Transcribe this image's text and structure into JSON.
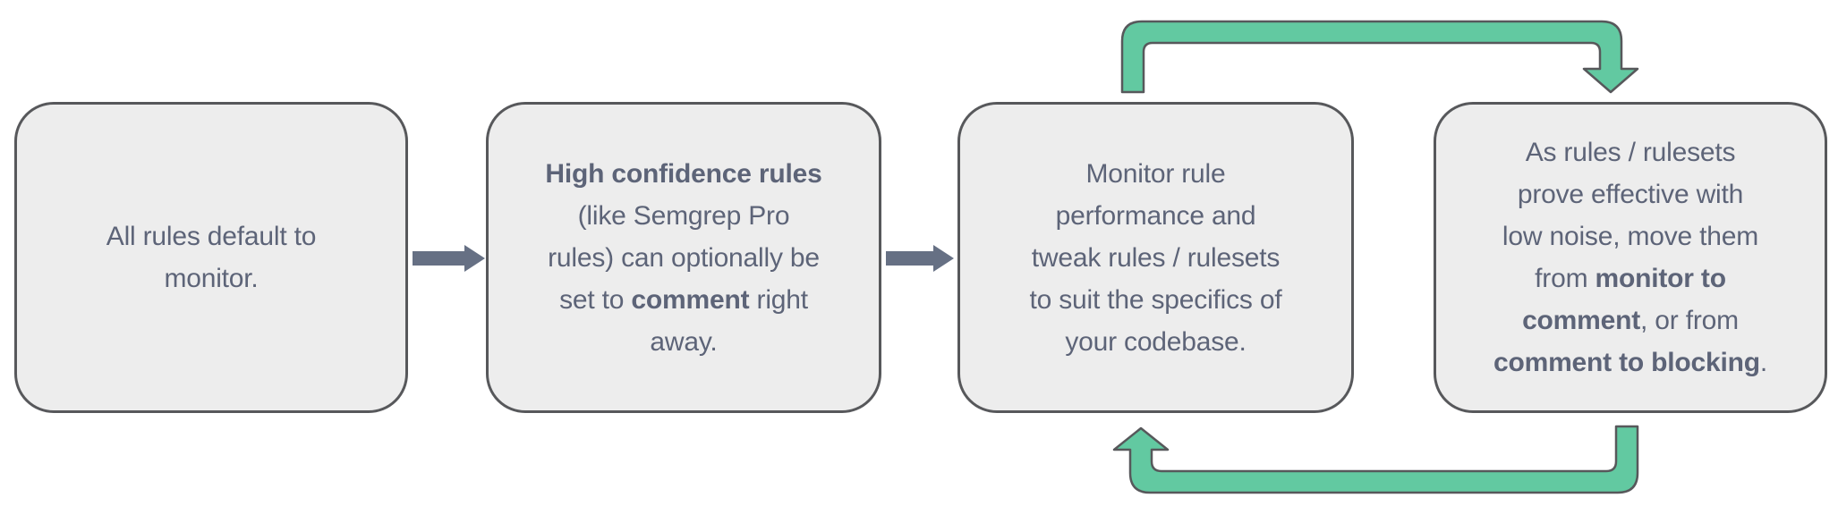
{
  "diagram": {
    "colors": {
      "background": "#ffffff",
      "box_fill": "#ededed",
      "box_border": "#57585b",
      "text": "#5d6478",
      "arrow_gray": "#667084",
      "arrow_green": "#62c9a1",
      "arrow_outline": "#57585b"
    },
    "boxes": [
      {
        "name": "step-1",
        "lines": [
          [
            {
              "t": "All rules default to",
              "b": false
            }
          ],
          [
            {
              "t": "monitor.",
              "b": false
            }
          ]
        ]
      },
      {
        "name": "step-2",
        "lines": [
          [
            {
              "t": "High confidence rules",
              "b": true
            }
          ],
          [
            {
              "t": "(like Semgrep Pro",
              "b": false
            }
          ],
          [
            {
              "t": "rules) can optionally be",
              "b": false
            }
          ],
          [
            {
              "t": "set to ",
              "b": false
            },
            {
              "t": "comment",
              "b": true
            },
            {
              "t": " right",
              "b": false
            }
          ],
          [
            {
              "t": "away.",
              "b": false
            }
          ]
        ]
      },
      {
        "name": "step-3",
        "lines": [
          [
            {
              "t": "Monitor rule",
              "b": false
            }
          ],
          [
            {
              "t": "performance and",
              "b": false
            }
          ],
          [
            {
              "t": "tweak rules / rulesets",
              "b": false
            }
          ],
          [
            {
              "t": "to suit the specifics of",
              "b": false
            }
          ],
          [
            {
              "t": "your codebase.",
              "b": false
            }
          ]
        ]
      },
      {
        "name": "step-4",
        "lines": [
          [
            {
              "t": "As rules / rulesets",
              "b": false
            }
          ],
          [
            {
              "t": "prove effective with",
              "b": false
            }
          ],
          [
            {
              "t": "low noise, move them",
              "b": false
            }
          ],
          [
            {
              "t": "from ",
              "b": false
            },
            {
              "t": "monitor to",
              "b": true
            }
          ],
          [
            {
              "t": "comment",
              "b": true
            },
            {
              "t": ", or from",
              "b": false
            }
          ],
          [
            {
              "t": "comment to blocking",
              "b": true
            },
            {
              "t": ".",
              "b": false
            }
          ]
        ]
      }
    ]
  }
}
